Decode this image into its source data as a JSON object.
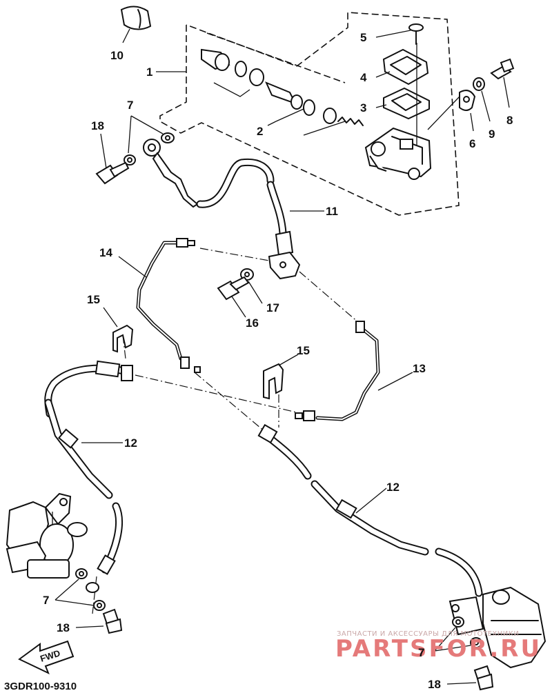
{
  "callouts": {
    "c1": "1",
    "c2": "2",
    "c3": "3",
    "c4": "4",
    "c5": "5",
    "c6": "6",
    "c7a": "7",
    "c7b": "7",
    "c7c": "7",
    "c8": "8",
    "c9": "9",
    "c10": "10",
    "c11": "11",
    "c12a": "12",
    "c12b": "12",
    "c13": "13",
    "c14": "14",
    "c15a": "15",
    "c15b": "15",
    "c16": "16",
    "c17": "17",
    "c18a": "18",
    "c18b": "18",
    "c18c": "18"
  },
  "diagram_code": "3GDR100-9310",
  "fwd_label": "FWD",
  "watermark": {
    "small_text": "ЗАПЧАСТИ И АКСЕССУАРЫ ДЛЯ МОТОТЕХНИКИ",
    "brand_text": "PARTSFOR.RU",
    "color": "#e57a7a"
  }
}
